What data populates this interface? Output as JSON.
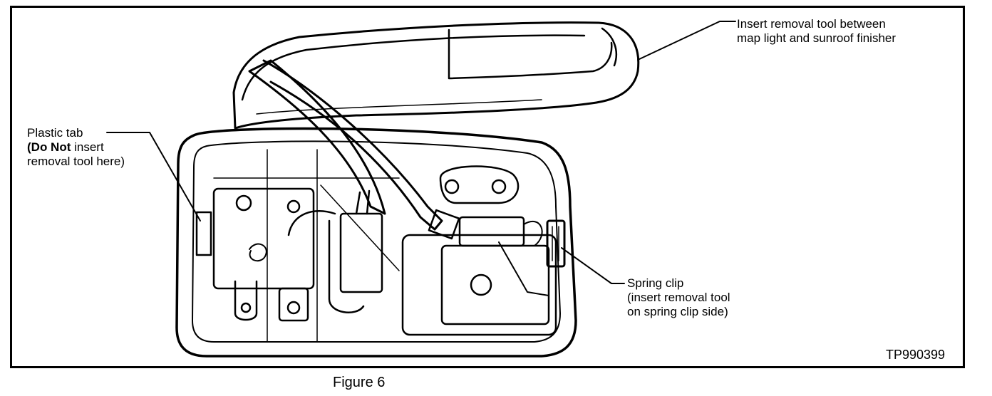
{
  "diagram": {
    "callouts": {
      "plastic_tab": {
        "line1": "Plastic tab",
        "line2_open": "(",
        "line2_bold": "Do Not",
        "line2_rest": " insert",
        "line3": "removal tool here)"
      },
      "insert_tool": {
        "line1": "Insert removal tool between",
        "line2": "map light and sunroof finisher"
      },
      "spring_clip": {
        "line1": "Spring clip",
        "line2": "(insert removal tool",
        "line3": "on spring clip side)"
      }
    },
    "figure_id": "TP990399",
    "caption": "Figure 6"
  }
}
